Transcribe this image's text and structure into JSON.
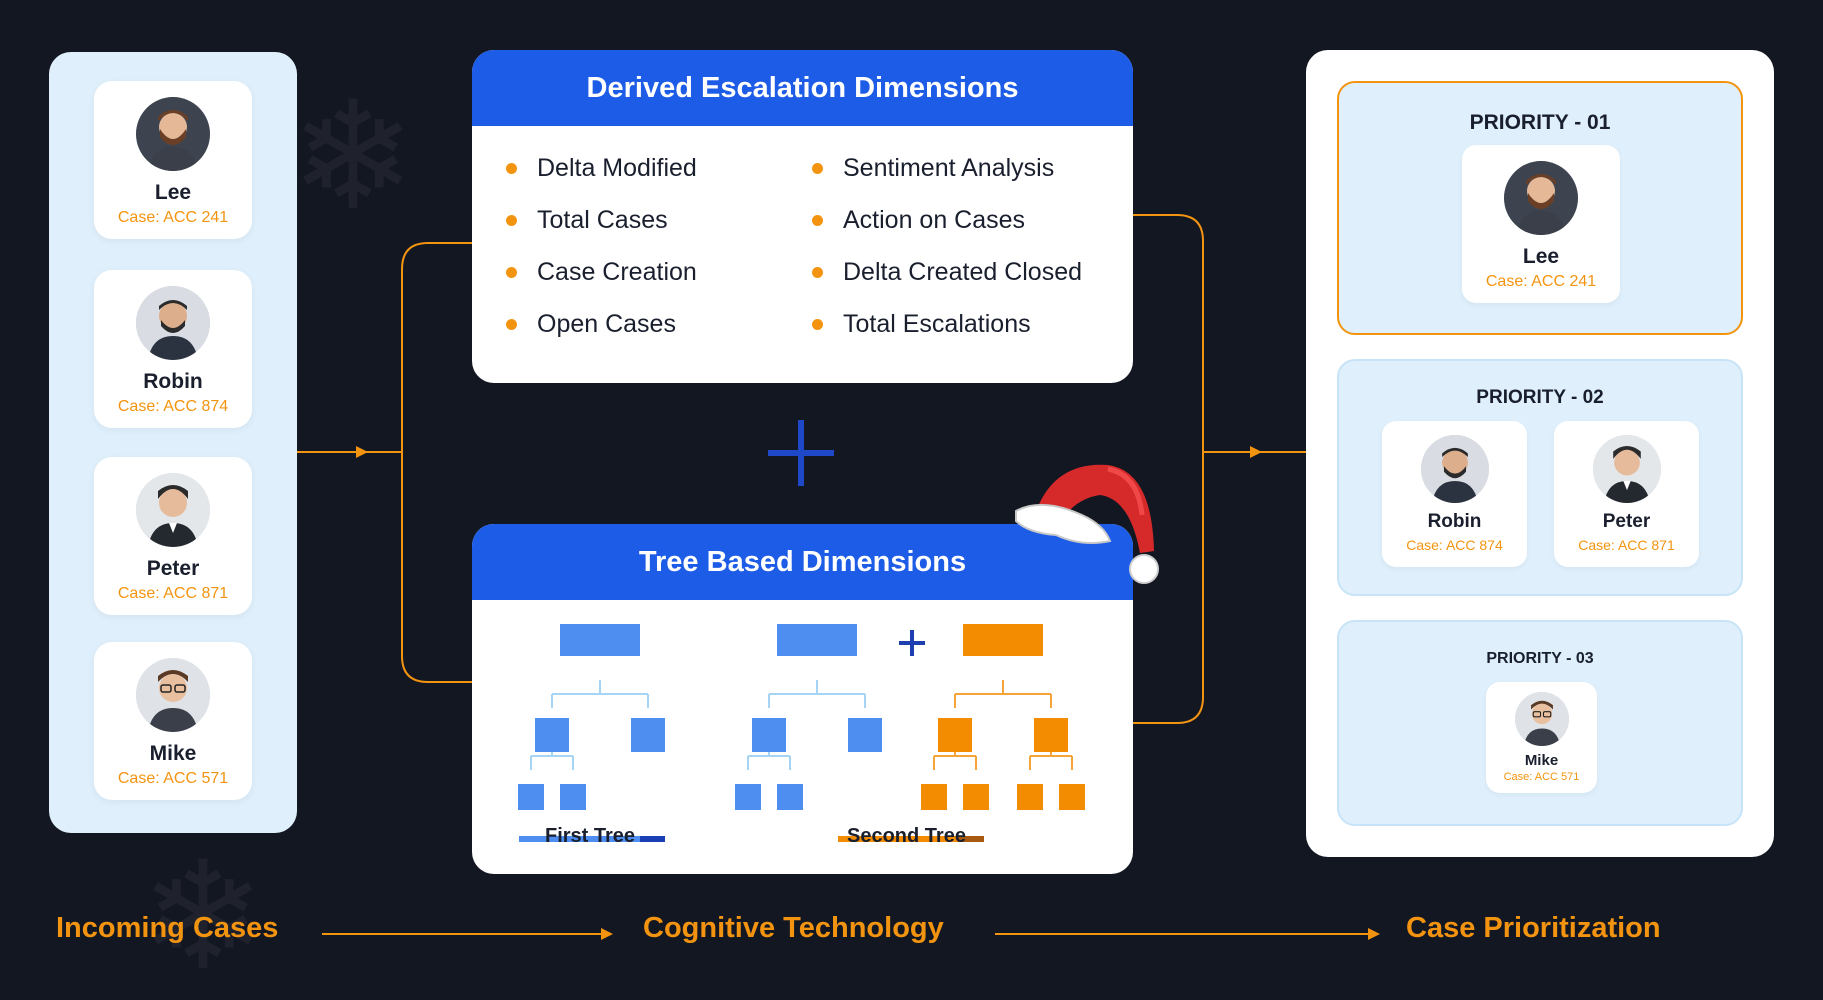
{
  "incoming": {
    "people": [
      {
        "name": "Lee",
        "case": "Case: ACC 241"
      },
      {
        "name": "Robin",
        "case": "Case: ACC 874"
      },
      {
        "name": "Peter",
        "case": "Case: ACC 871"
      },
      {
        "name": "Mike",
        "case": "Case: ACC 571"
      }
    ]
  },
  "derived": {
    "title": "Derived Escalation Dimensions",
    "left_items": [
      "Delta Modified",
      "Total Cases",
      "Case Creation",
      "Open Cases"
    ],
    "right_items": [
      "Sentiment Analysis",
      "Action on Cases",
      "Delta Created Closed",
      "Total Escalations"
    ]
  },
  "tree": {
    "title": "Tree Based Dimensions",
    "first_label": "First Tree",
    "second_label": "Second Tree"
  },
  "priorities": {
    "p1": {
      "title": "PRIORITY - 01",
      "people": [
        {
          "name": "Lee",
          "case": "Case: ACC 241"
        }
      ]
    },
    "p2": {
      "title": "PRIORITY - 02",
      "people": [
        {
          "name": "Robin",
          "case": "Case: ACC 874"
        },
        {
          "name": "Peter",
          "case": "Case: ACC 871"
        }
      ]
    },
    "p3": {
      "title": "PRIORITY - 03",
      "people": [
        {
          "name": "Mike",
          "case": "Case: ACC 571"
        }
      ]
    }
  },
  "bottom": {
    "incoming_label": "Incoming Cases",
    "cognitive_label": "Cognitive Technology",
    "prioritization_label": "Case Prioritization"
  },
  "colors": {
    "background": "#131722",
    "accent_orange": "#f39410",
    "header_blue": "#1d5ce6",
    "tree_blue": "#4d8ef0",
    "panel_light": "#dff0fc"
  }
}
